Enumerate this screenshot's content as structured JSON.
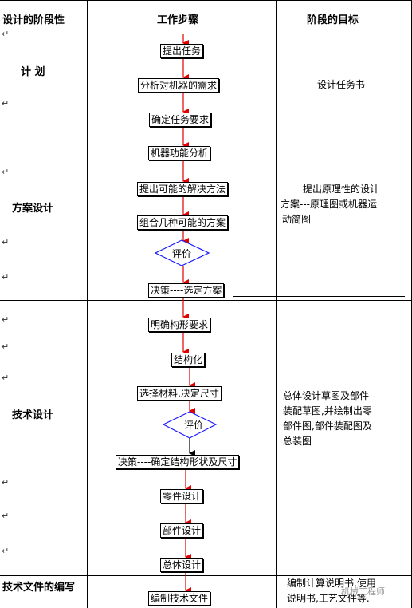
{
  "headers": {
    "stage": "设计的阶段性",
    "steps": "工作步骤",
    "goal": "阶段的目标"
  },
  "para_mark": "↵",
  "stages": [
    {
      "name": "计 划",
      "goal": "设计任务书"
    },
    {
      "name": "方案设计",
      "goal_lines": [
        "提出原理性的设计",
        "方案---原理图或机器运",
        "动简图"
      ]
    },
    {
      "name": "技术设计",
      "goal_lines": [
        "总体设计草图及部件",
        "装配草图,并绘制出零",
        "部件图,部件装配图及",
        "总装图"
      ]
    },
    {
      "name": "技术文件的编写",
      "goal_lines": [
        "编制计算说明书,使用",
        "说明书,工艺文件等."
      ]
    }
  ],
  "steps": {
    "s1": "提出任务",
    "s2": "分析对机器的需求",
    "s3": "确定任务要求",
    "s4": "机器功能分析",
    "s5": "提出可能的解决方法",
    "s6": "组合几种可能的方案",
    "d1": "评价",
    "s7": "决策----选定方案",
    "s8": "明确构形要求",
    "s9": "结构化",
    "s10": "选择材料,决定尺寸",
    "d2": "评价",
    "s11": "决策----确定结构形状及尺寸",
    "s12": "零件设计",
    "s13": "部件设计",
    "s14": "总体设计",
    "s15": "编制技术文件"
  },
  "watermark": "机械工程师",
  "colors": {
    "arrow": "#e00000",
    "arrow_black": "#000000",
    "diamond": "#1a1aff"
  }
}
